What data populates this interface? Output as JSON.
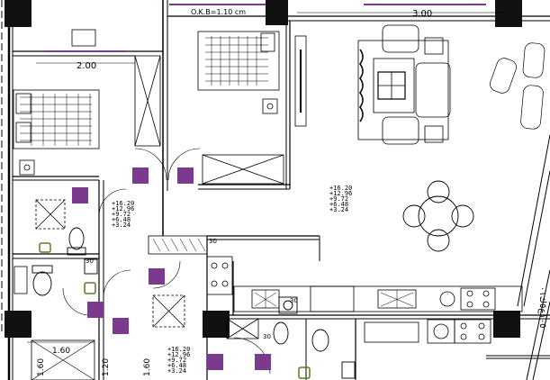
{
  "drawing": {
    "sill_note": "O.K.B=1.10 cm",
    "dims": {
      "top_right": "3.00",
      "top_left": "2.00",
      "bottom_left": "1.60",
      "left_vertical": "1.60",
      "small_vertical": "1.20",
      "mid_vertical": "1.60",
      "right_vertical_arabic": "١٠٥ع٥ك٠١"
    },
    "level_blocks": [
      {
        "id": "hall",
        "lines": [
          "+16.20",
          "+12.96",
          "+9.72",
          "+6.48",
          "+3.24"
        ]
      },
      {
        "id": "living",
        "lines": [
          "+16.20",
          "+12.96",
          "+9.72",
          "+6.48",
          "+3.24"
        ]
      },
      {
        "id": "bottom",
        "lines": [
          "+16.20",
          "+12.96",
          "+9.72",
          "+6.48",
          "+3.24"
        ]
      }
    ],
    "small_dims": [
      "30",
      "30",
      "30",
      "30"
    ],
    "colors": {
      "line": "#000000",
      "tag": "#7a3b8f",
      "accent_green": "#5a7a2a",
      "column": "#111111",
      "light": "#d6d6d6"
    }
  }
}
